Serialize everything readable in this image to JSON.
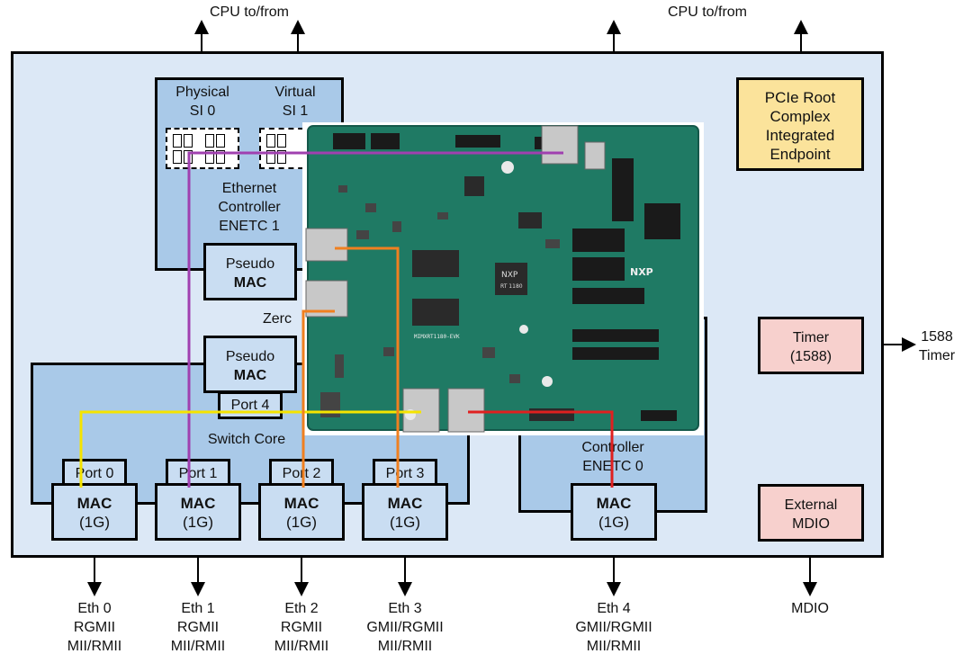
{
  "top_labels": {
    "cpu_left": "CPU to/from",
    "cpu_right": "CPU to/from"
  },
  "enetc1": {
    "si0_line1": "Physical",
    "si0_line2": "SI 0",
    "si1_line1": "Virtual",
    "si1_line2": "SI 1",
    "line1": "Ethernet",
    "line2": "Controller",
    "line3": "ENETC 1"
  },
  "pseudo_mac_top": {
    "line1": "Pseudo",
    "line2": "MAC"
  },
  "pseudo_mac_bottom": {
    "line1": "Pseudo",
    "line2": "MAC"
  },
  "zero_label": "Zerc",
  "port4": "Port 4",
  "switch_core": "Switch Core",
  "ports": [
    "Port 0",
    "Port 1",
    "Port 2",
    "Port 3"
  ],
  "macs": [
    {
      "line1": "MAC",
      "line2": "(1G)"
    },
    {
      "line1": "MAC",
      "line2": "(1G)"
    },
    {
      "line1": "MAC",
      "line2": "(1G)"
    },
    {
      "line1": "MAC",
      "line2": "(1G)"
    }
  ],
  "enetc0": {
    "line1": "Controller",
    "line2": "ENETC 0",
    "mac_line1": "MAC",
    "mac_line2": "(1G)"
  },
  "pcie": {
    "line1": "PCIe Root",
    "line2": "Complex",
    "line3": "Integrated",
    "line4": "Endpoint"
  },
  "timer": {
    "line1": "Timer",
    "line2": "(1588)",
    "ext_line1": "1588",
    "ext_line2": "Timer"
  },
  "mdio_block": {
    "line1": "External",
    "line2": "MDIO"
  },
  "board": {
    "chip_brand": "NXP",
    "chip_part": "RT 1180",
    "logo": "NXP",
    "silk": "MIMXRT1180-EVK"
  },
  "bottom": [
    {
      "l1": "Eth 0",
      "l2": "RGMII",
      "l3": "MII/RMII"
    },
    {
      "l1": "Eth 1",
      "l2": "RGMII",
      "l3": "MII/RMII"
    },
    {
      "l1": "Eth 2",
      "l2": "RGMII",
      "l3": "MII/RMII"
    },
    {
      "l1": "Eth 3",
      "l2": "GMII/RGMII",
      "l3": "MII/RMII"
    },
    {
      "l1": "Eth 4",
      "l2": "GMII/RGMII",
      "l3": "MII/RMII"
    },
    {
      "l1": "MDIO"
    }
  ],
  "colors": {
    "outer_fill": "#dce8f6",
    "block_fill": "#a9c9e8",
    "mac_fill": "#c9ddf2",
    "pcie_fill": "#fbe39b",
    "timer_fill": "#f7d0cd",
    "board_green": "#1f7a64",
    "wire_purple": "#a040b0",
    "wire_yellow": "#f5e400",
    "wire_orange": "#f08020",
    "wire_red": "#e02020"
  }
}
